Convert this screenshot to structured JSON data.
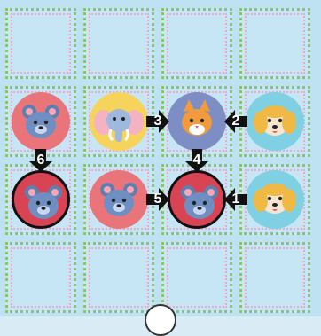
{
  "board": {
    "rows": 4,
    "cols": 4
  },
  "tokens": [
    {
      "id": "bear-a",
      "animal": "bear",
      "row": 1,
      "col": 0,
      "bg": "#e9757b",
      "selected": false
    },
    {
      "id": "elephant",
      "animal": "elephant",
      "row": 1,
      "col": 1,
      "bg": "#f6d35a",
      "selected": false
    },
    {
      "id": "cat",
      "animal": "cat",
      "row": 1,
      "col": 2,
      "bg": "#7d8ec4",
      "selected": false
    },
    {
      "id": "dog-a",
      "animal": "dog",
      "row": 1,
      "col": 3,
      "bg": "#7fd0e3",
      "selected": false
    },
    {
      "id": "bear-b",
      "animal": "bear",
      "row": 2,
      "col": 0,
      "bg": "#d94454",
      "selected": true
    },
    {
      "id": "bear-c",
      "animal": "bear",
      "row": 2,
      "col": 1,
      "bg": "#e9757b",
      "selected": false
    },
    {
      "id": "bear-d",
      "animal": "bear",
      "row": 2,
      "col": 2,
      "bg": "#d94454",
      "selected": true
    },
    {
      "id": "dog-b",
      "animal": "dog",
      "row": 2,
      "col": 3,
      "bg": "#7fd0e3",
      "selected": false
    }
  ],
  "moves": [
    {
      "label": "1",
      "dir": "left",
      "from_row": 2,
      "from_col": 3
    },
    {
      "label": "2",
      "dir": "left",
      "from_row": 1,
      "from_col": 3
    },
    {
      "label": "3",
      "dir": "right",
      "from_row": 1,
      "from_col": 1
    },
    {
      "label": "4",
      "dir": "down",
      "from_row": 1,
      "from_col": 2
    },
    {
      "label": "5",
      "dir": "right",
      "from_row": 2,
      "from_col": 1
    },
    {
      "label": "6",
      "dir": "down",
      "from_row": 1,
      "from_col": 0
    }
  ],
  "colors": {
    "arrow": "#111111",
    "board": "#c7e6f5"
  },
  "icons": {
    "bottom": "round-button-icon"
  }
}
